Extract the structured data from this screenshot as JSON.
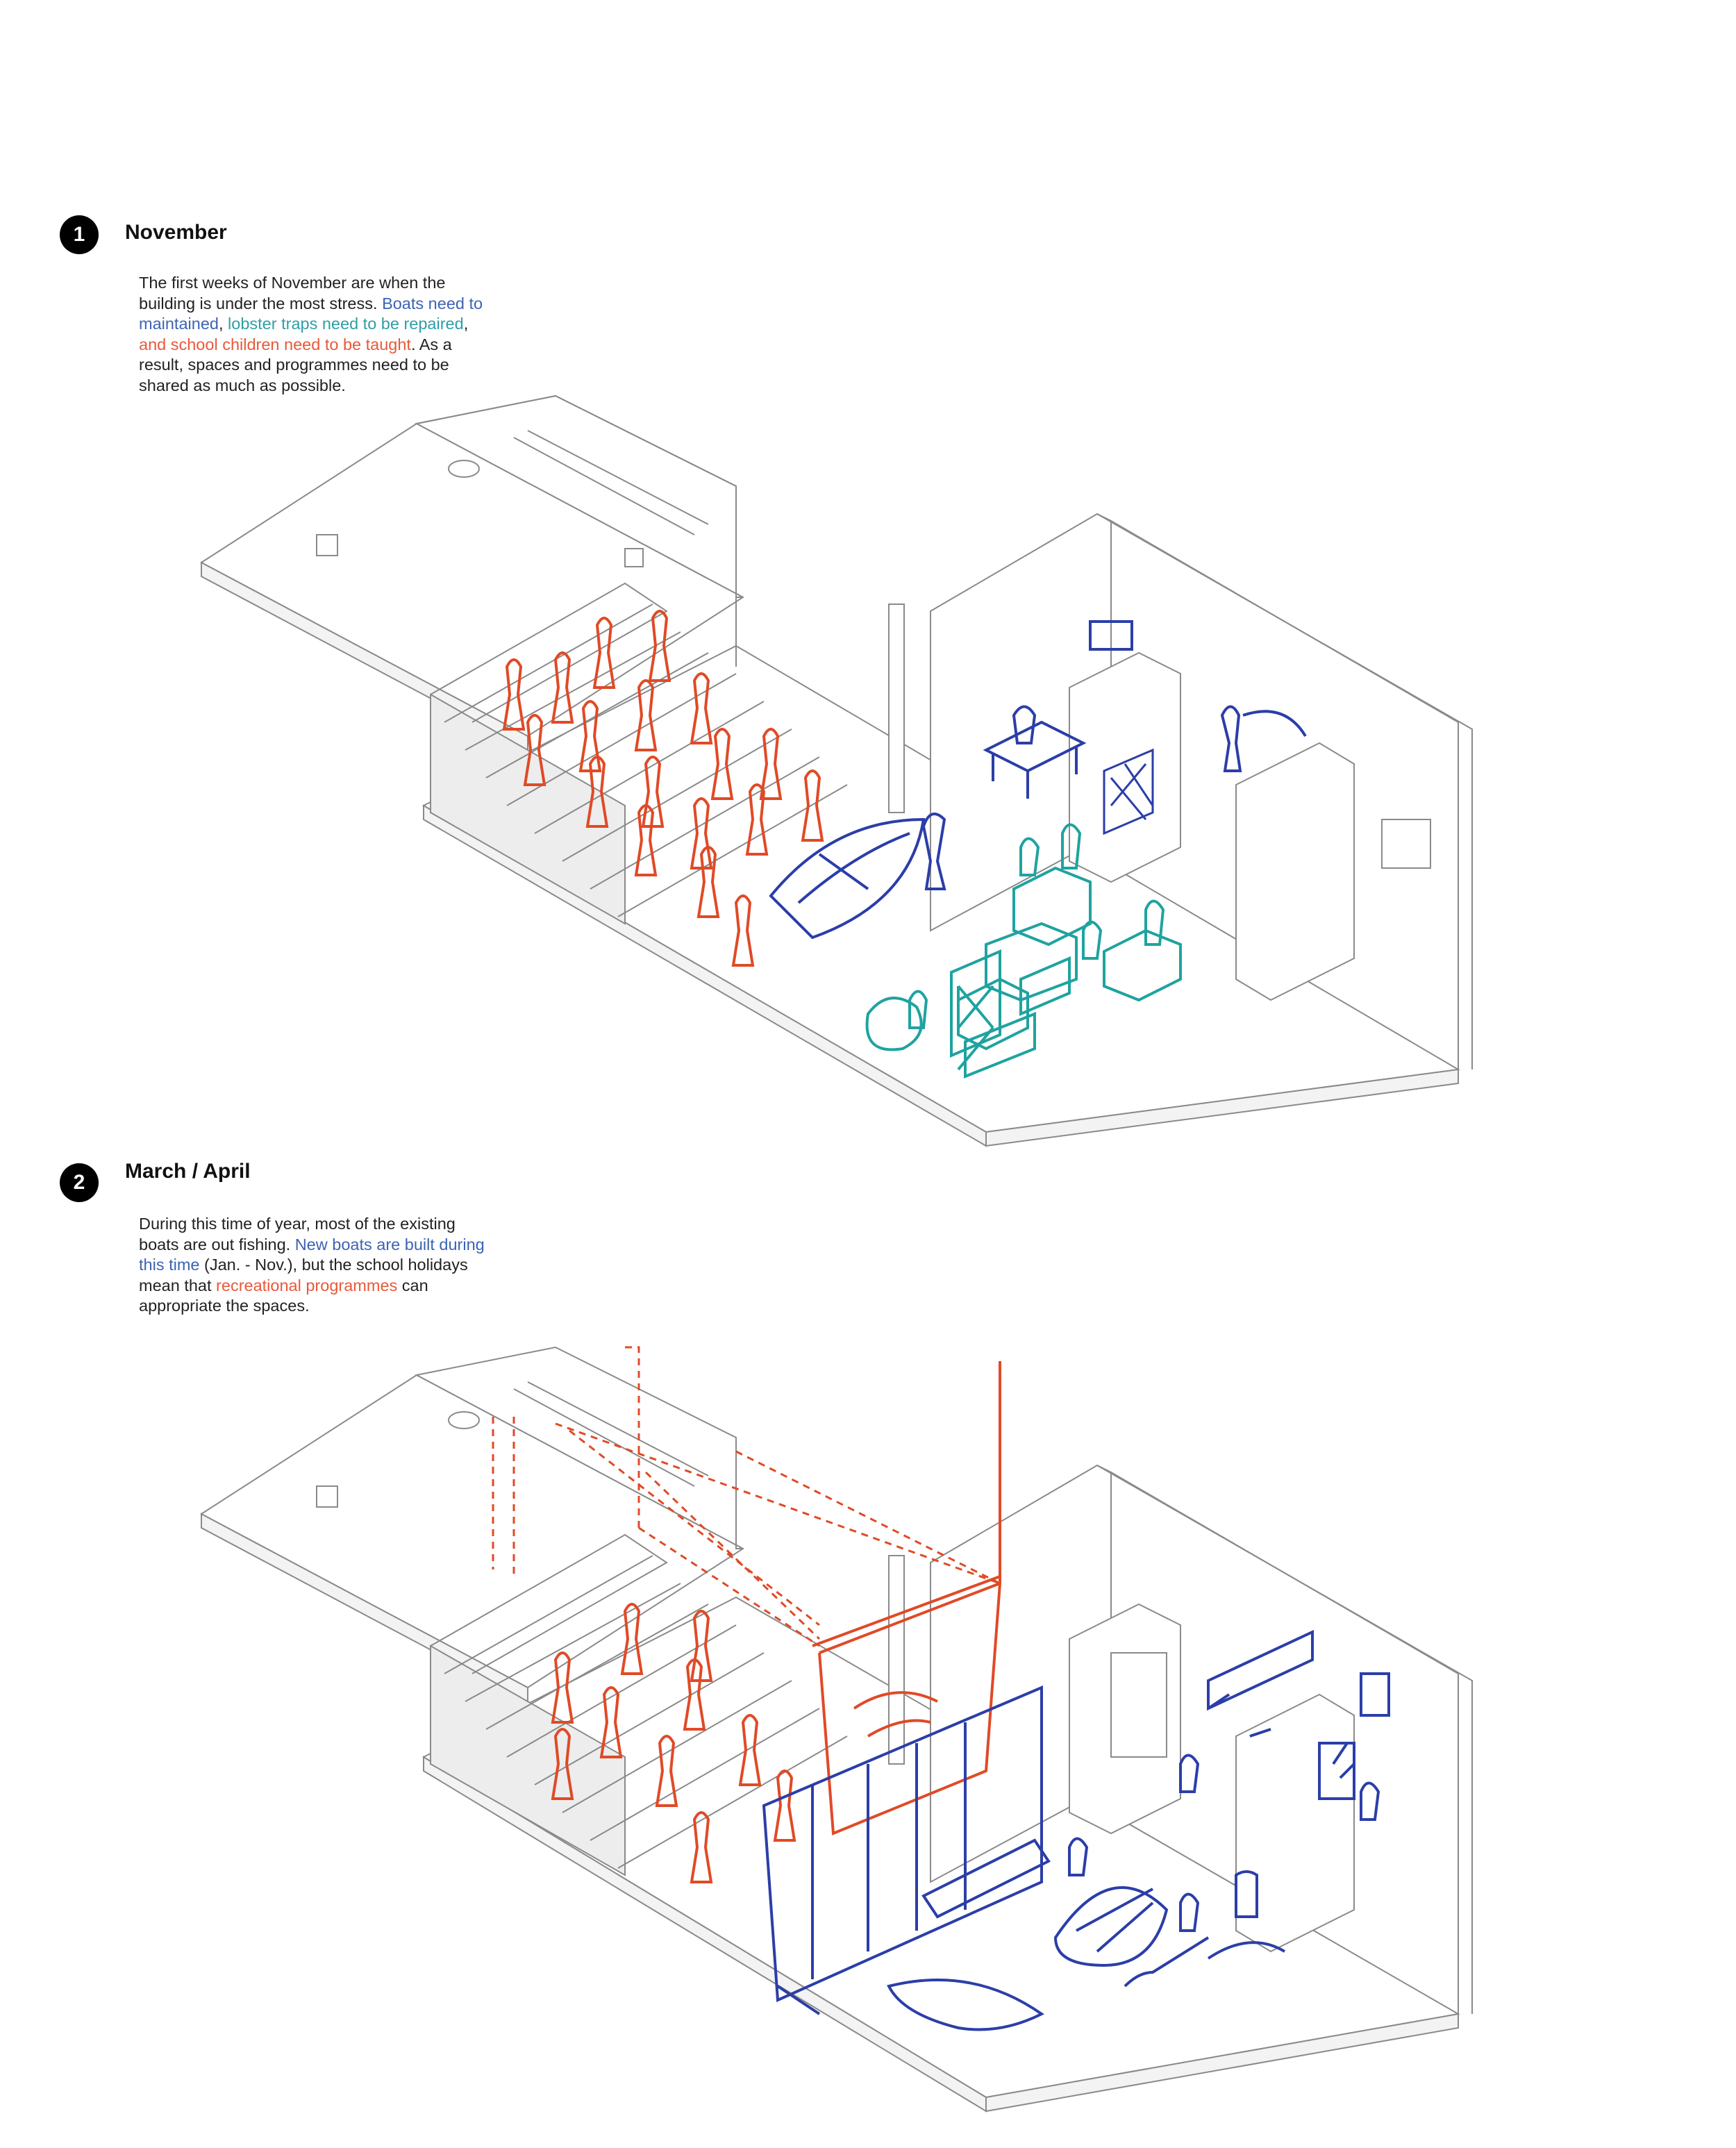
{
  "sections": [
    {
      "number": "1",
      "title": "November",
      "description": [
        {
          "text": "The first weeks of November are when the building is under the most stress. ",
          "tone": "plain"
        },
        {
          "text": "Boats need to maintained",
          "tone": "blue"
        },
        {
          "text": ", ",
          "tone": "plain"
        },
        {
          "text": "lobster traps need to be repaired",
          "tone": "teal"
        },
        {
          "text": ", ",
          "tone": "plain"
        },
        {
          "text": "and school children need to be taught",
          "tone": "red"
        },
        {
          "text": ". As a result, spaces and programmes need to be shared as much as possible.",
          "tone": "plain"
        }
      ]
    },
    {
      "number": "2",
      "title": "March / April",
      "description": [
        {
          "text": "During this time of year, most of the existing boats are out fishing. ",
          "tone": "plain"
        },
        {
          "text": "New boats are built during this time",
          "tone": "blue"
        },
        {
          "text": " (Jan. - Nov.), but the school holidays mean that ",
          "tone": "plain"
        },
        {
          "text": "recreational programmes",
          "tone": "red"
        },
        {
          "text": " can appropriate the spaces.",
          "tone": "plain"
        }
      ]
    }
  ],
  "colors": {
    "blue": "#3d63b4",
    "teal": "#2f9ea6",
    "red": "#e8593a",
    "outline": "#8a8a8a",
    "wall": "#f1f1f1",
    "sketch_blue": "#2b3ea8",
    "sketch_teal": "#1fa3a0",
    "sketch_red": "#e04a26"
  }
}
